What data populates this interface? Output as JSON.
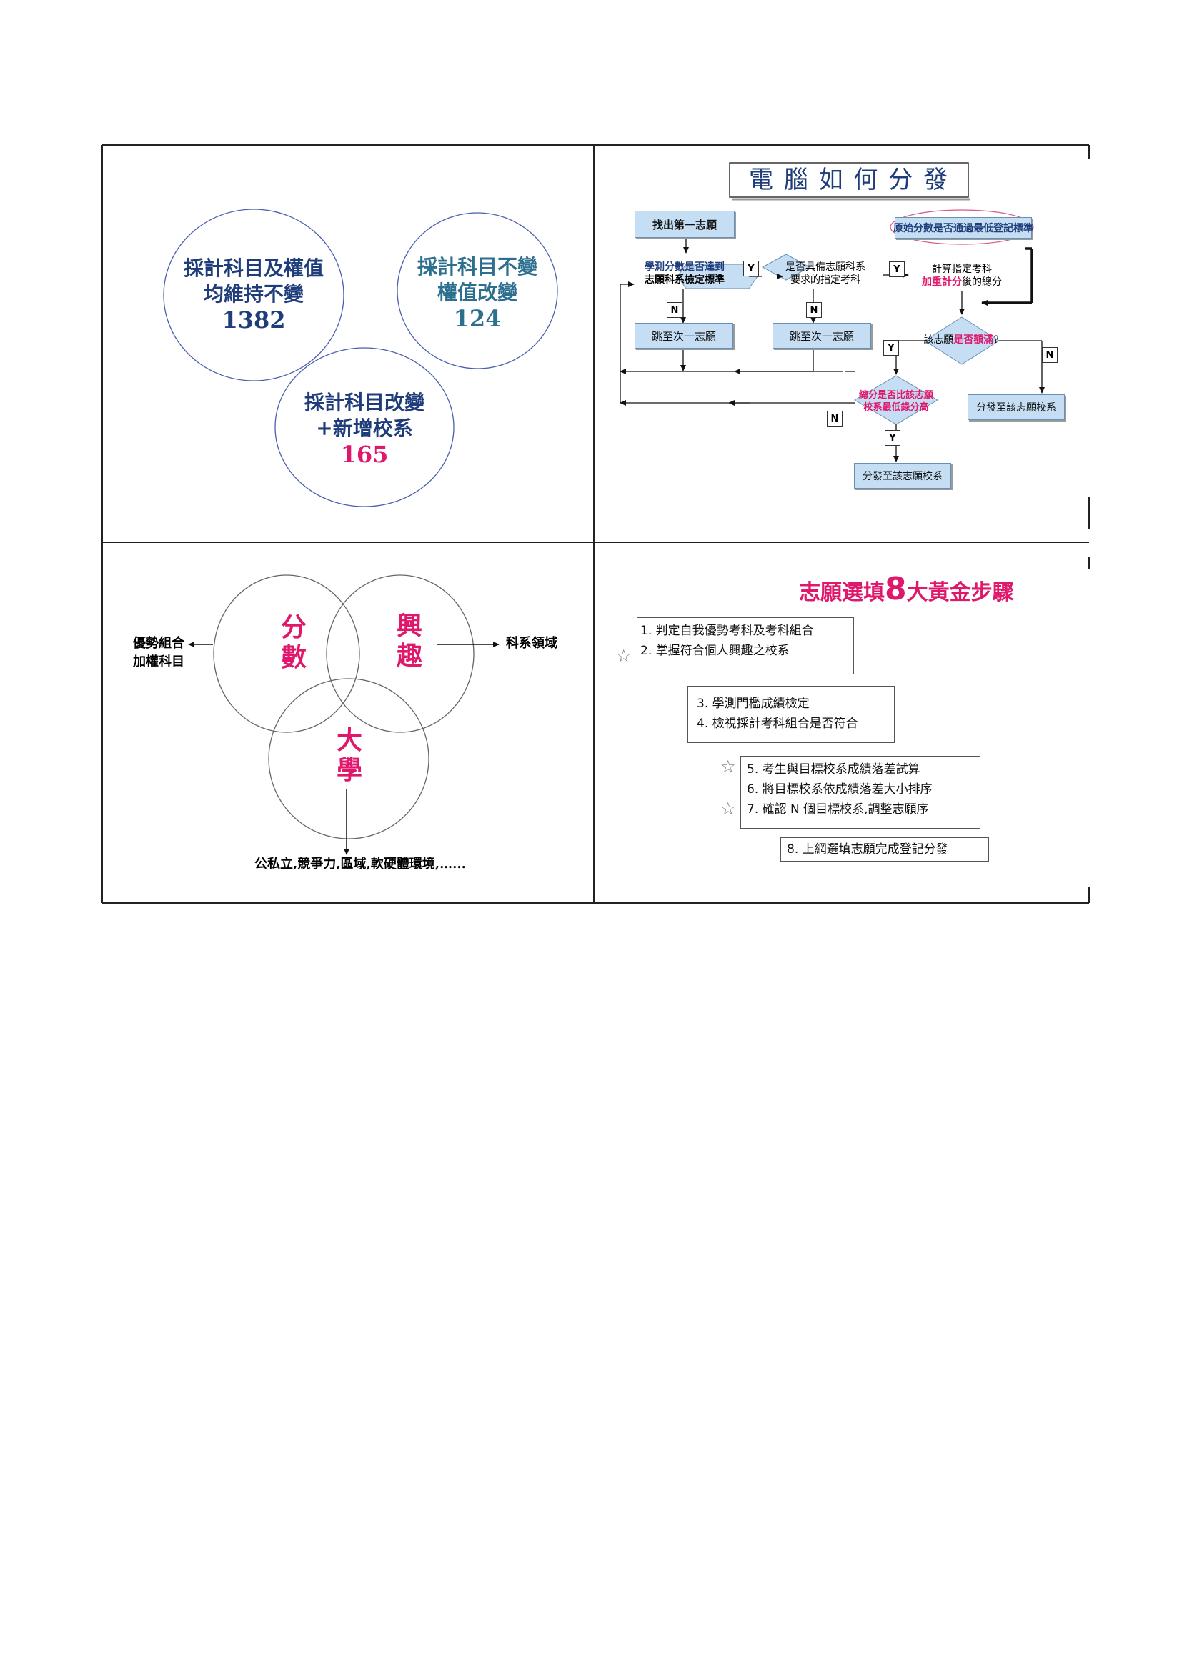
{
  "panel_tl": {
    "circle1": {
      "line1": "採計科目及權值",
      "line2": "均維持不變",
      "number": "1382"
    },
    "circle2": {
      "line1": "採計科目不變",
      "line2": "權值改變",
      "number": "124"
    },
    "circle3": {
      "line1": "採計科目改變",
      "line2": "+新增校系",
      "number": "165"
    }
  },
  "panel_tr": {
    "title": "電 腦 如 何 分 發",
    "find_first": "找出第一志願",
    "original_score_q_a": "原始分數",
    "original_score_q_b": "是否通過最低登記標準",
    "test_score_q_a": "學測分數是否達到",
    "test_score_q_b": "志願科系檢定標準",
    "required_subjects_q1": "是否具備志願科系",
    "required_subjects_q2": "要求的指定考科",
    "calc1": "計算指定考科",
    "calc2a": "加重計分",
    "calc2b": "後的總分",
    "skip1": "跳至次一志願",
    "skip2": "跳至次一志願",
    "full_q_a": "該志願",
    "full_q_b": "是否額滿",
    "full_q_c": "?",
    "total_q1": "總分是否比該志願",
    "total_q2": "校系最低錄分高",
    "assign_right": "分發至該志願校系",
    "assign_bottom": "分發至該志願校系",
    "yes": "Y",
    "no": "N"
  },
  "panel_bl": {
    "score": [
      "分",
      "數"
    ],
    "interest": [
      "興",
      "趣"
    ],
    "university": [
      "大",
      "學"
    ],
    "left_label1": "優勢組合",
    "left_label2": "加權科目",
    "right_label": "科系領域",
    "bottom_label": "公私立,競爭力,區域,軟硬體環境,…..."
  },
  "panel_br": {
    "title_pre": "志願選填",
    "title_num": "8",
    "title_post": "大黃金步驟",
    "star": "☆",
    "step1": "1. 判定自我優勢考科及考科組合",
    "step2": "2. 掌握符合個人興趣之校系",
    "step3": "3. 學測門檻成績檢定",
    "step4": "4. 檢視採計考科組合是否符合",
    "step5": "5. 考生與目標校系成績落差試算",
    "step6": "6. 將目標校系依成績落差大小排序",
    "step7": "7. 確認 N 個目標校系,調整志願序",
    "step8": "8. 上網選填志願完成登記分發"
  },
  "colors": {
    "navy": "#1f3d7a",
    "teal": "#2c6f8e",
    "magenta": "#e0186c",
    "flow_box": "#c5def3"
  }
}
